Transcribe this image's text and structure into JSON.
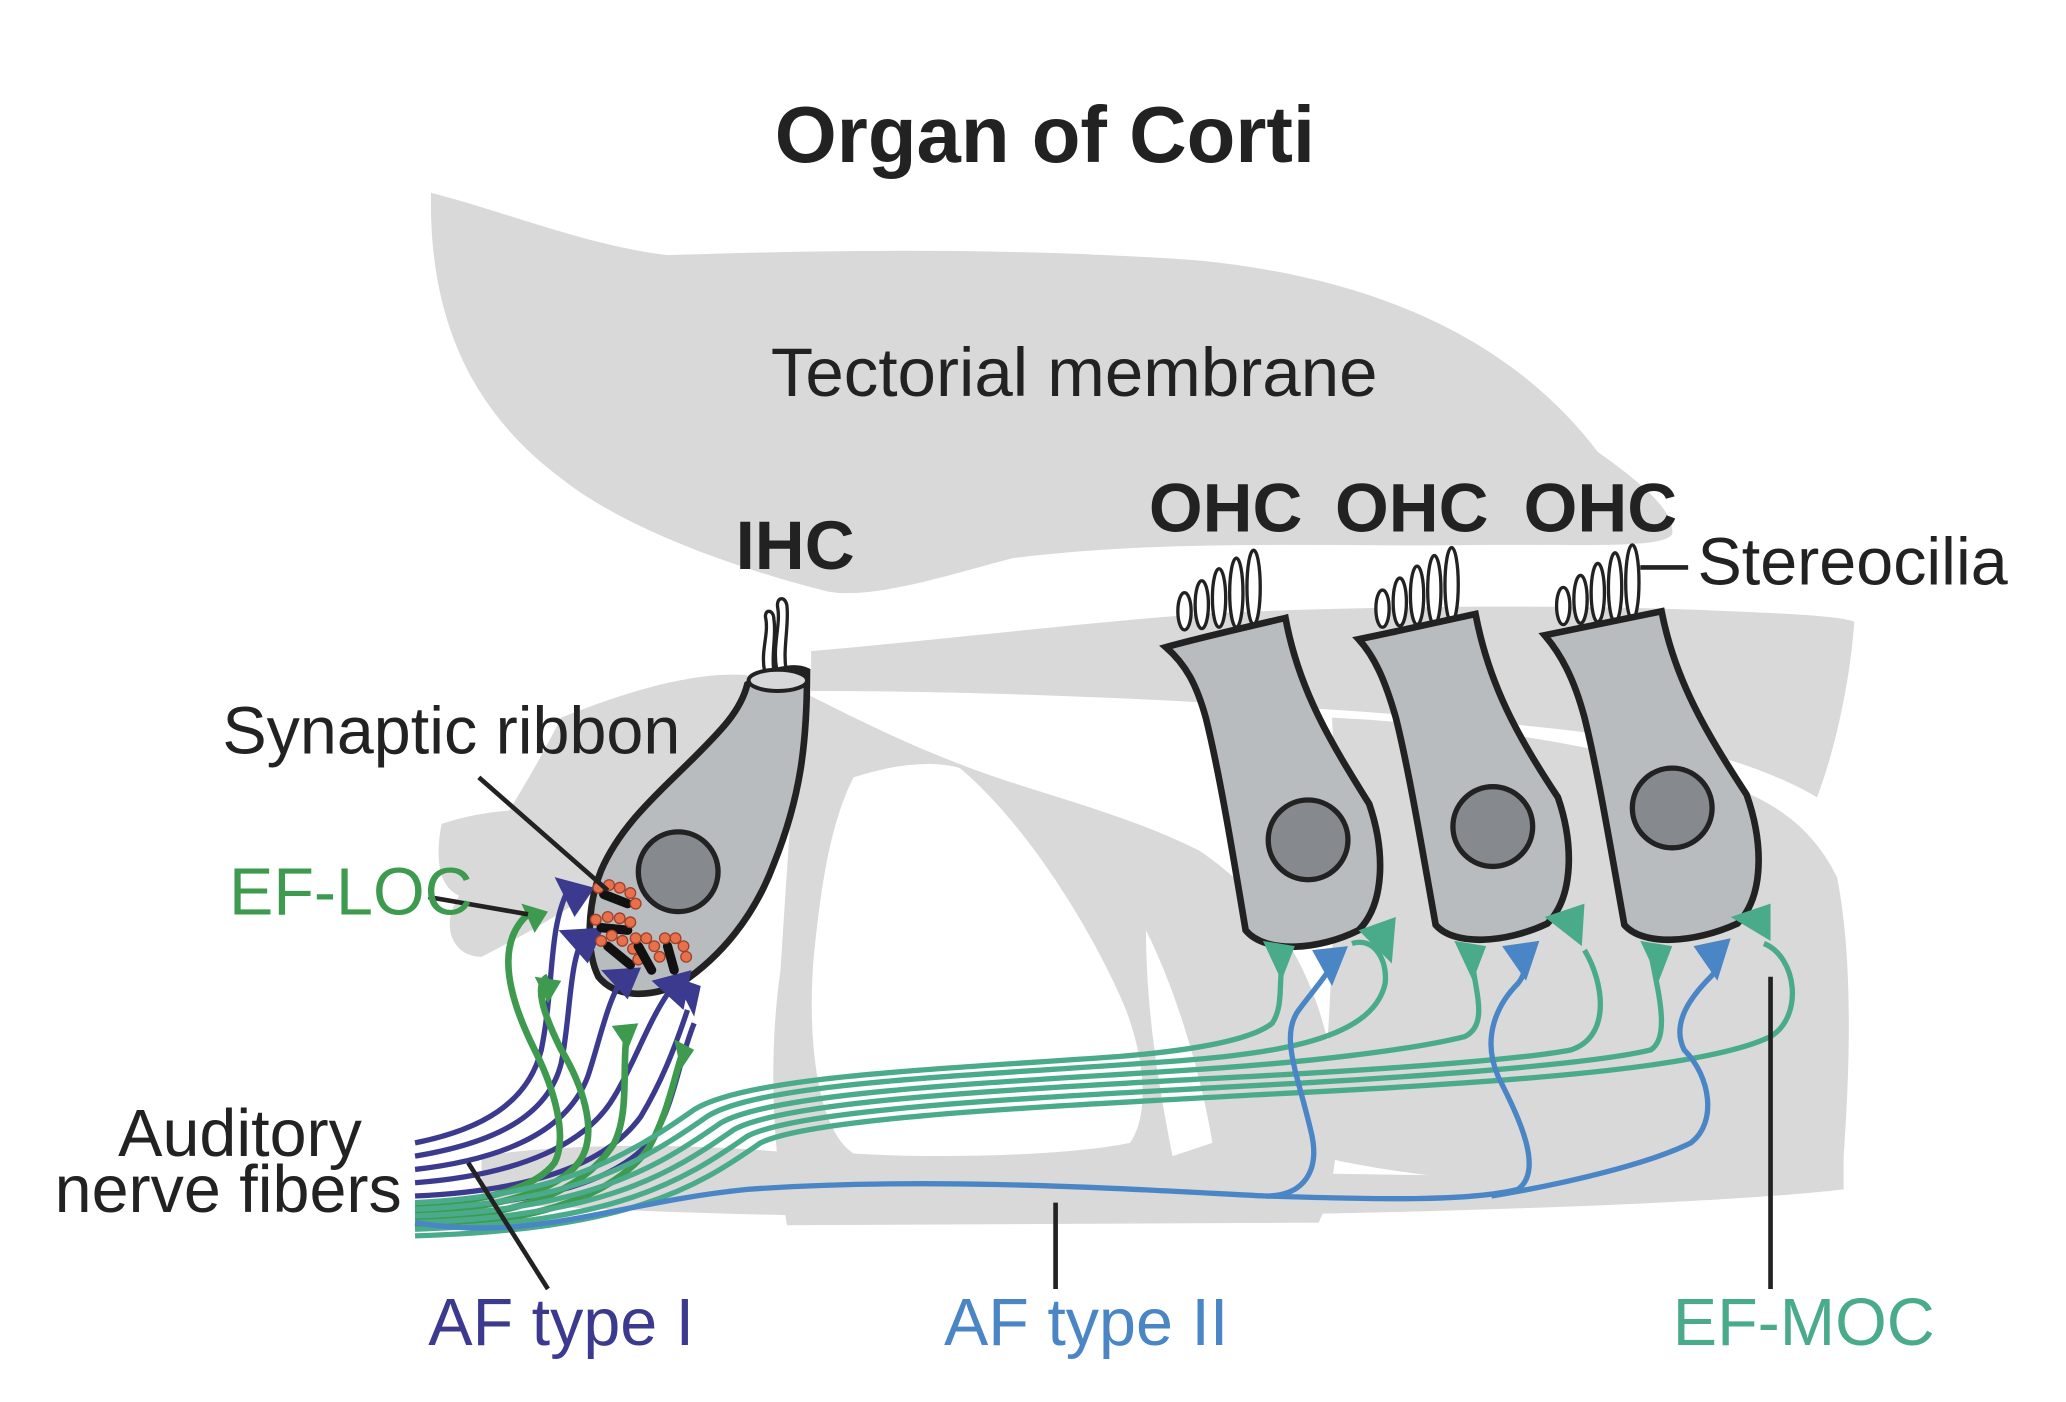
{
  "title": "Organ of Corti",
  "regions": {
    "tectorial_membrane": "Tectorial membrane"
  },
  "cells": {
    "ihc": "IHC",
    "ohc": [
      "OHC",
      "OHC",
      "OHC"
    ]
  },
  "labels": {
    "stereocilia": "Stereocilia",
    "synaptic_ribbon": "Synaptic ribbon",
    "ef_loc": "EF-LOC",
    "auditory_nerve_line1": "Auditory",
    "auditory_nerve_line2": "nerve fibers",
    "af_type_1": "AF type I",
    "af_type_2": "AF type II",
    "ef_moc": "EF-MOC"
  },
  "colors": {
    "af_type_1": "#3b3a8f",
    "af_type_2": "#4a86c5",
    "ef_loc": "#3d9a4f",
    "ef_moc": "#4aab8a",
    "tissue": "#d9d9d9",
    "cell_body": "#b9bcbf",
    "nucleus": "#868a8f",
    "ribbon_vesicle": "#e8714c"
  }
}
